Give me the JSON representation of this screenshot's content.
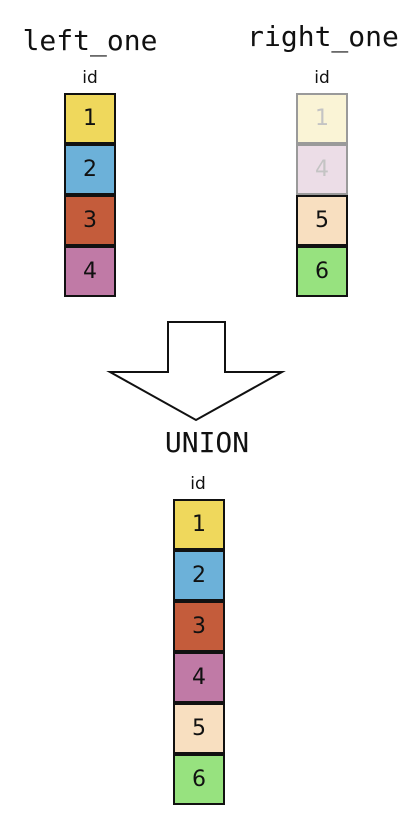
{
  "left_table": {
    "title": "left_one",
    "column": "id",
    "rows": [
      {
        "value": "1",
        "color": "#efd85c",
        "faded": false
      },
      {
        "value": "2",
        "color": "#6cb1d9",
        "faded": false
      },
      {
        "value": "3",
        "color": "#c45c3b",
        "faded": false
      },
      {
        "value": "4",
        "color": "#c07aa6",
        "faded": false
      }
    ]
  },
  "right_table": {
    "title": "right_one",
    "column": "id",
    "rows": [
      {
        "value": "1",
        "color": "#faf4d6",
        "faded": true
      },
      {
        "value": "4",
        "color": "#ecdde7",
        "faded": true
      },
      {
        "value": "5",
        "color": "#f8dfc0",
        "faded": false
      },
      {
        "value": "6",
        "color": "#97e27f",
        "faded": false
      }
    ]
  },
  "operation": {
    "label": "UNION"
  },
  "result_table": {
    "column": "id",
    "rows": [
      {
        "value": "1",
        "color": "#efd85c",
        "faded": false
      },
      {
        "value": "2",
        "color": "#6cb1d9",
        "faded": false
      },
      {
        "value": "3",
        "color": "#c45c3b",
        "faded": false
      },
      {
        "value": "4",
        "color": "#c07aa6",
        "faded": false
      },
      {
        "value": "5",
        "color": "#f8dfc0",
        "faded": false
      },
      {
        "value": "6",
        "color": "#97e27f",
        "faded": false
      }
    ]
  }
}
